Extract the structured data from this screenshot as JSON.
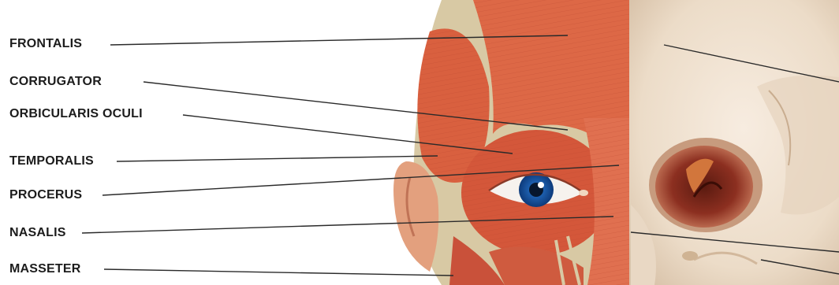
{
  "labels": [
    {
      "id": "frontalis",
      "text": "FRONTALIS"
    },
    {
      "id": "corrugator",
      "text": "CORRUGATOR"
    },
    {
      "id": "orbicularis-oculi",
      "text": "ORBICULARIS OCULI"
    },
    {
      "id": "temporalis",
      "text": "TEMPORALIS"
    },
    {
      "id": "procerus",
      "text": "PROCERUS"
    },
    {
      "id": "nasalis",
      "text": "NASALIS"
    },
    {
      "id": "masseter",
      "text": "MASSETER"
    }
  ],
  "colors": {
    "muscle": "#d9603f",
    "muscle_dark": "#b8442c",
    "fascia": "#d8c9a4",
    "bone": "#f0e3d2",
    "bone_shadow": "#d8c2aa",
    "orbit_cavity": "#8c2f20",
    "iris": "#1f64b5",
    "leader_line": "#2a2a2a",
    "label_text": "#1c1c1c"
  }
}
